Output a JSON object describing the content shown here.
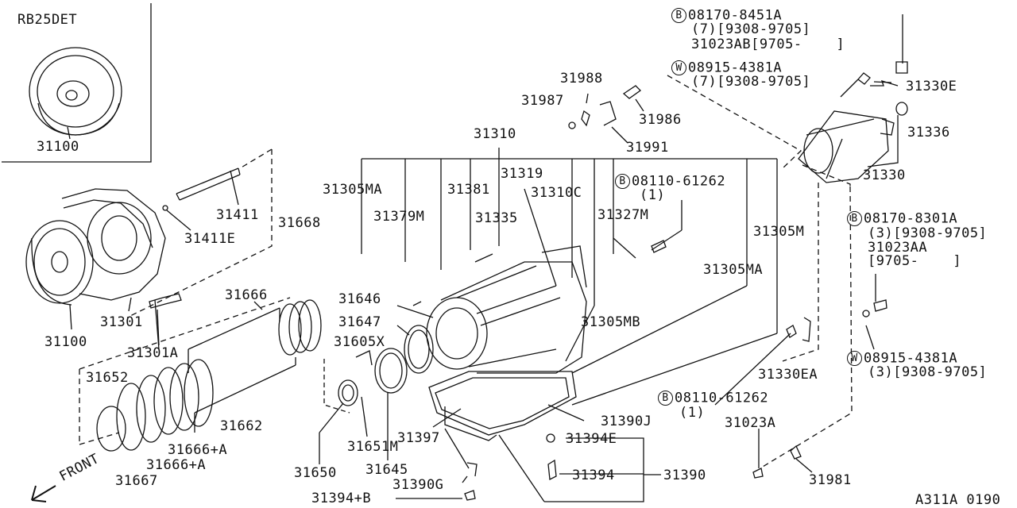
{
  "inset": {
    "engine": "RB25DET",
    "part": "31100"
  },
  "parts": {
    "p31100": "31100",
    "p31411": "31411",
    "p31411E": "31411E",
    "p31668": "31668",
    "p31666": "31666",
    "p31301": "31301",
    "p31301A": "31301A",
    "p31652": "31652",
    "p31662": "31662",
    "p31666A1": "31666+A",
    "p31666A2": "31666+A",
    "p31667": "31667",
    "p31310": "31310",
    "p31305MA": "31305MA",
    "p31379M": "31379M",
    "p31381": "31381",
    "p31319": "31319",
    "p31310C": "31310C",
    "p31335": "31335",
    "p31327M": "31327M",
    "p31646": "31646",
    "p31647": "31647",
    "p31605X": "31605X",
    "p31305MB": "31305MB",
    "p31305M": "31305M",
    "p31305MA2": "31305MA",
    "p31651M": "31651M",
    "p31397": "31397",
    "p31650": "31650",
    "p31645": "31645",
    "p31390G": "31390G",
    "p31394B": "31394+B",
    "p31394": "31394",
    "p31390": "31390",
    "p31394E": "31394E",
    "p31390J": "31390J",
    "p31023A": "31023A",
    "p31981": "31981",
    "p31330EA": "31330EA",
    "p31988": "31988",
    "p31987": "31987",
    "p31986": "31986",
    "p31991": "31991",
    "p31330E": "31330E",
    "p31336": "31336",
    "p31330": "31330"
  },
  "bolts": {
    "b1": {
      "mark": "B",
      "code": "08170-8451A",
      "l2": "(7)[9308-9705]",
      "l3": "31023AB[9705-    ]"
    },
    "w1": {
      "mark": "W",
      "code": "08915-4381A",
      "l2": "(7)[9308-9705]"
    },
    "b2": {
      "mark": "B",
      "code": "08110-61262",
      "l2": "(1)"
    },
    "b3": {
      "mark": "B",
      "code": "08170-8301A",
      "l2": "(3)[9308-9705]",
      "l3": "31023AA",
      "l4": "[9705-    ]"
    },
    "w2": {
      "mark": "W",
      "code": "08915-4381A",
      "l2": "(3)[9308-9705]"
    },
    "b4": {
      "mark": "B",
      "code": "08110-61262",
      "l2": "(1)"
    }
  },
  "front": "FRONT",
  "diagram_code": "A311A 0190"
}
